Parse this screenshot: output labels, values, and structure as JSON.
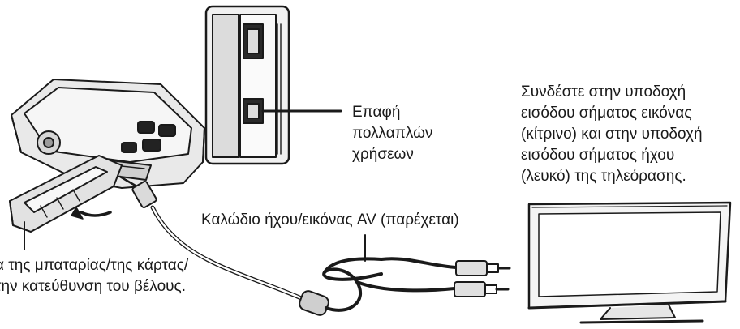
{
  "labels": {
    "multi_connector": [
      "Επαφή",
      "πολλαπλών",
      "χρήσεων"
    ],
    "connect_tv": [
      "Συνδέστε στην υποδοχή",
      "εισόδου σήματος εικόνας",
      "(κίτρινο) και στην υποδοχή",
      "εισόδου σήματος ήχου",
      "(λευκό) της τηλεόρασης."
    ],
    "av_cable": "Καλώδιο  ήχου/εικόνας AV (παρέχεται)",
    "battery_cover": [
      "α της μπαταρίας/της κάρτας/",
      "την κατεύθυνση του βέλους."
    ]
  }
}
